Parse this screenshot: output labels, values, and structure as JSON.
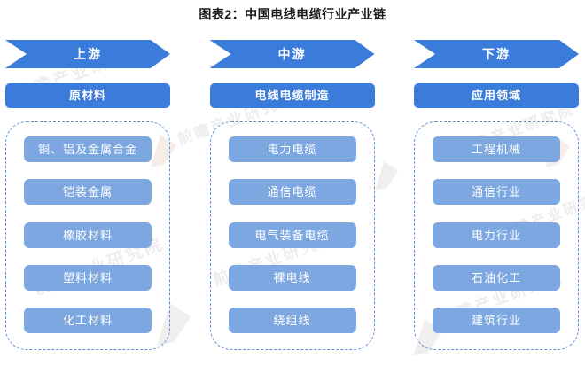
{
  "title": "图表2：中国电线电缆行业产业链",
  "watermark": {
    "text": "前瞻产业研究院"
  },
  "colors": {
    "primary_blue": "#3b7cda",
    "item_blue": "#7da7e0",
    "dash_border": "#5d92d8"
  },
  "columns": [
    {
      "stage": "上游",
      "header": "原材料",
      "items": [
        "铜、铝及金属合金",
        "铠装金属",
        "橡胶材料",
        "塑料材料",
        "化工材料"
      ]
    },
    {
      "stage": "中游",
      "header": "电线电缆制造",
      "items": [
        "电力电缆",
        "通信电缆",
        "电气装备电缆",
        "裸电线",
        "绕组线"
      ]
    },
    {
      "stage": "下游",
      "header": "应用领域",
      "items": [
        "工程机械",
        "通信行业",
        "电力行业",
        "石油化工",
        "建筑行业"
      ]
    }
  ]
}
